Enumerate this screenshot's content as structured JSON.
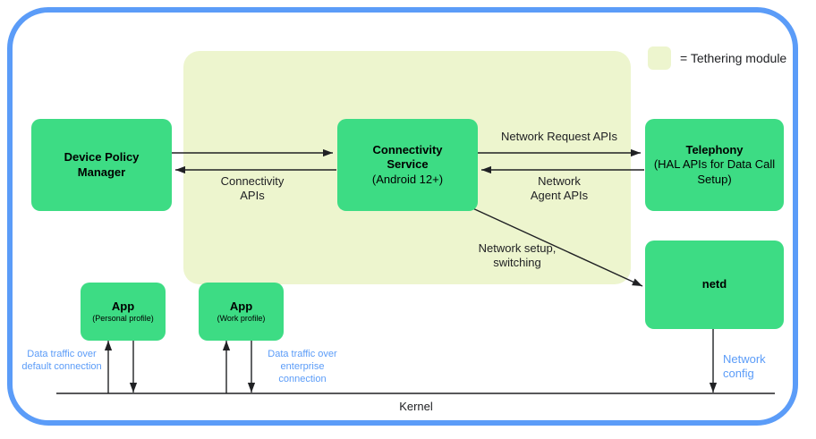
{
  "diagram": {
    "legend": {
      "label": "= Tethering module",
      "swatch_color": "#EDF5CE"
    },
    "colors": {
      "node_green": "#3DDC84",
      "tethering_region": "#EDF5CE",
      "frame_blue": "#5B9CF8",
      "annotation_blue": "#5B9CF8",
      "line_black": "#202124"
    },
    "nodes": [
      {
        "id": "device-policy-manager",
        "title": "Device Policy",
        "title2": "Manager",
        "subtitle": ""
      },
      {
        "id": "connectivity-service",
        "title": "Connectivity",
        "title2": "Service",
        "subtitle": "(Android 12+)"
      },
      {
        "id": "telephony",
        "title": "Telephony",
        "title2": "",
        "subtitle": "(HAL APIs for Data Call Setup)"
      },
      {
        "id": "netd",
        "title": "netd",
        "title2": "",
        "subtitle": ""
      },
      {
        "id": "app-personal",
        "title": "App",
        "title2": "",
        "subtitle": "(Personal profile)"
      },
      {
        "id": "app-work",
        "title": "App",
        "title2": "",
        "subtitle": "(Work profile)"
      }
    ],
    "edge_labels": {
      "connectivity_apis": "Connectivity\nAPIs",
      "network_request_apis": "Network Request APIs",
      "network_agent_apis": "Network\nAgent APIs",
      "network_setup_switching": "Network setup,\nswitching",
      "data_traffic_default": "Data traffic over\ndefault connection",
      "data_traffic_enterprise": "Data traffic over\nenterprise connection",
      "network_config": "Network\nconfig"
    },
    "kernel": {
      "label": "Kernel"
    }
  }
}
